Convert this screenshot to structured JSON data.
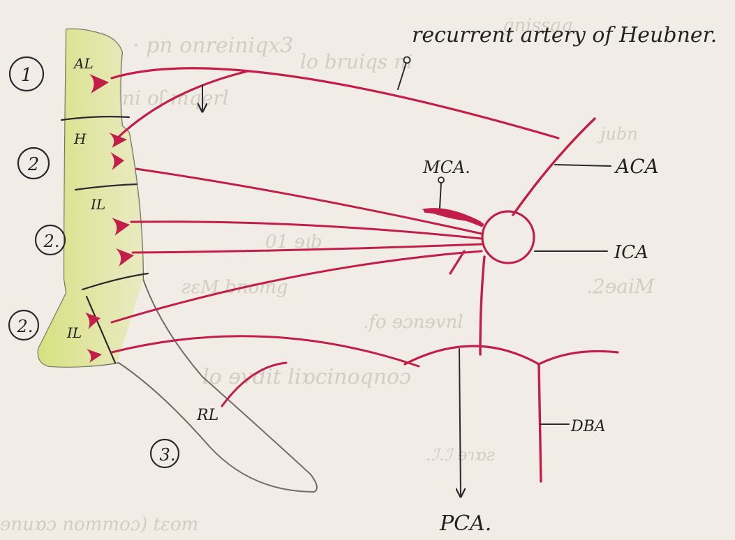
{
  "labels": {
    "recurrent_artery": "recurrent artery of Heubner.",
    "mca": "MCA.",
    "aca": "ACA",
    "ica": "ICA",
    "dba": "DBA",
    "pca": "PCA."
  },
  "regions": [
    {
      "number": "1",
      "code": "AL"
    },
    {
      "number": "2",
      "code": "H"
    },
    {
      "number": "2.",
      "code": "IL"
    },
    {
      "number": "2.",
      "code": "IL"
    },
    {
      "number": "3.",
      "code": "RL"
    }
  ],
  "colors": {
    "artery": "#c21e4a",
    "capsule_highlight": "#d9e38a",
    "ink": "#2a2a2e",
    "paper": "#f1ede6"
  }
}
